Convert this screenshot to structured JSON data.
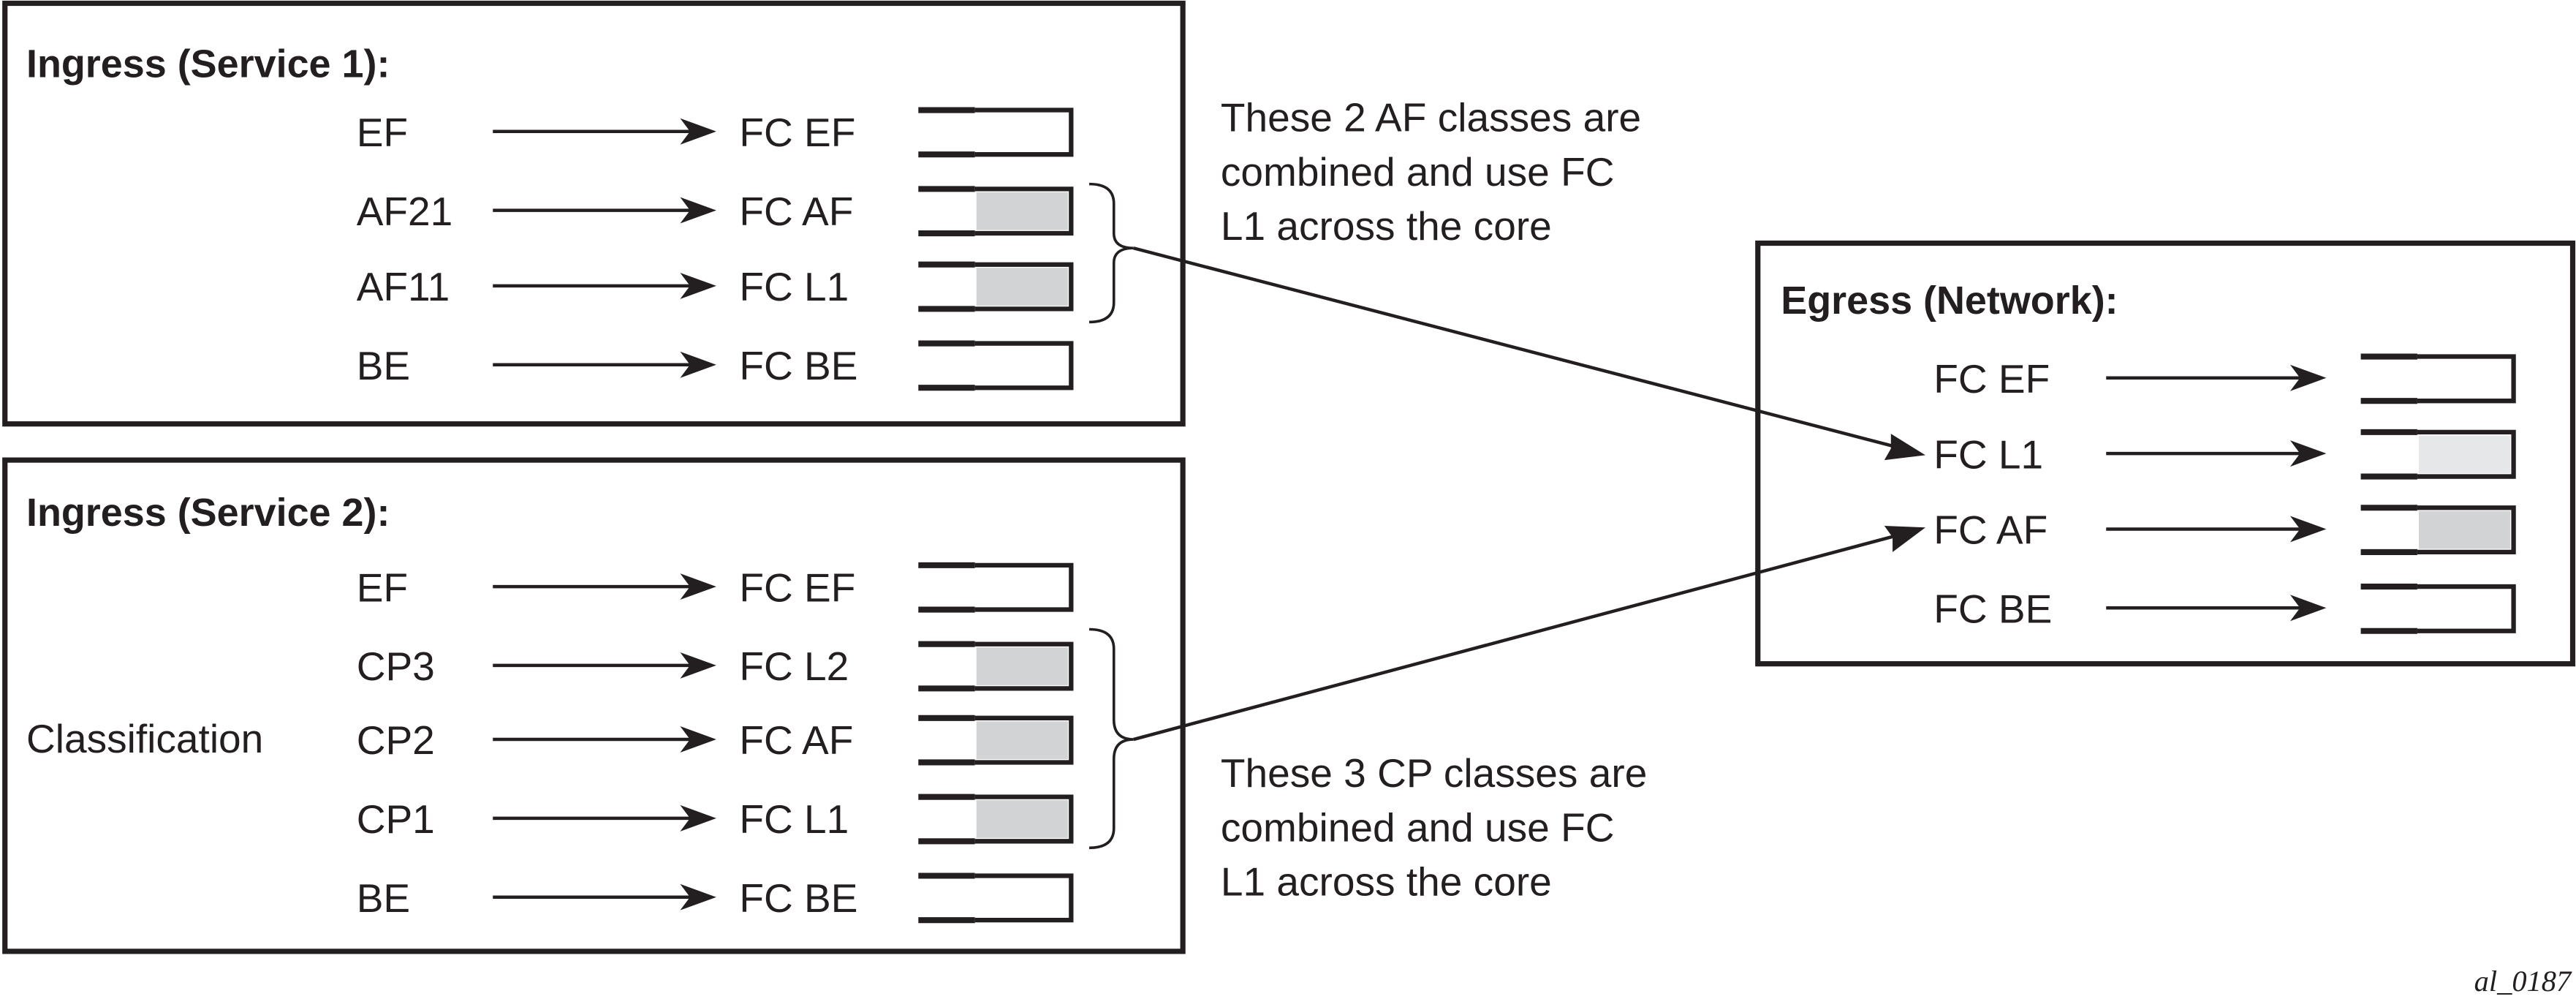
{
  "colors": {
    "ink": "#231f20",
    "queue_fill_dark": "#d1d3d4",
    "queue_fill_light": "#e6e7e8"
  },
  "ingress_service1": {
    "title": "Ingress (Service 1):",
    "rows": [
      {
        "input": "EF",
        "fc": "FC EF",
        "queue_fill": 0,
        "fill_color": "none"
      },
      {
        "input": "AF21",
        "fc": "FC AF",
        "queue_fill": 0.62,
        "fill_color": "#d1d3d4"
      },
      {
        "input": "AF11",
        "fc": "FC L1",
        "queue_fill": 0.62,
        "fill_color": "#d1d3d4"
      },
      {
        "input": "BE",
        "fc": "FC BE",
        "queue_fill": 0,
        "fill_color": "none"
      }
    ],
    "note_lines": [
      "These 2 AF classes are",
      "combined and use FC",
      "L1 across the core"
    ]
  },
  "ingress_service2": {
    "title": "Ingress (Service 2):",
    "side_label": "Classification",
    "rows": [
      {
        "input": "EF",
        "fc": "FC EF",
        "queue_fill": 0,
        "fill_color": "none"
      },
      {
        "input": "CP3",
        "fc": "FC L2",
        "queue_fill": 0.62,
        "fill_color": "#d1d3d4"
      },
      {
        "input": "CP2",
        "fc": "FC AF",
        "queue_fill": 0.62,
        "fill_color": "#d1d3d4"
      },
      {
        "input": "CP1",
        "fc": "FC L1",
        "queue_fill": 0.62,
        "fill_color": "#d1d3d4"
      },
      {
        "input": "BE",
        "fc": "FC BE",
        "queue_fill": 0,
        "fill_color": "none"
      }
    ],
    "note_lines": [
      "These 3 CP classes are",
      "combined and use FC",
      "L1 across the core"
    ]
  },
  "egress_network": {
    "title": "Egress (Network):",
    "rows": [
      {
        "fc": "FC EF",
        "queue_fill": 0,
        "fill_color": "none"
      },
      {
        "fc": "FC L1",
        "queue_fill": 0.62,
        "fill_color": "#e6e7e8"
      },
      {
        "fc": "FC AF",
        "queue_fill": 0.62,
        "fill_color": "#d1d3d4"
      },
      {
        "fc": "FC BE",
        "queue_fill": 0,
        "fill_color": "none"
      }
    ]
  },
  "connections": [
    {
      "from": "ingress_service1.brace",
      "to": "egress_network.FC L1"
    },
    {
      "from": "ingress_service2.brace",
      "to": "egress_network.FC AF"
    }
  ],
  "figure_id": "al_0187"
}
